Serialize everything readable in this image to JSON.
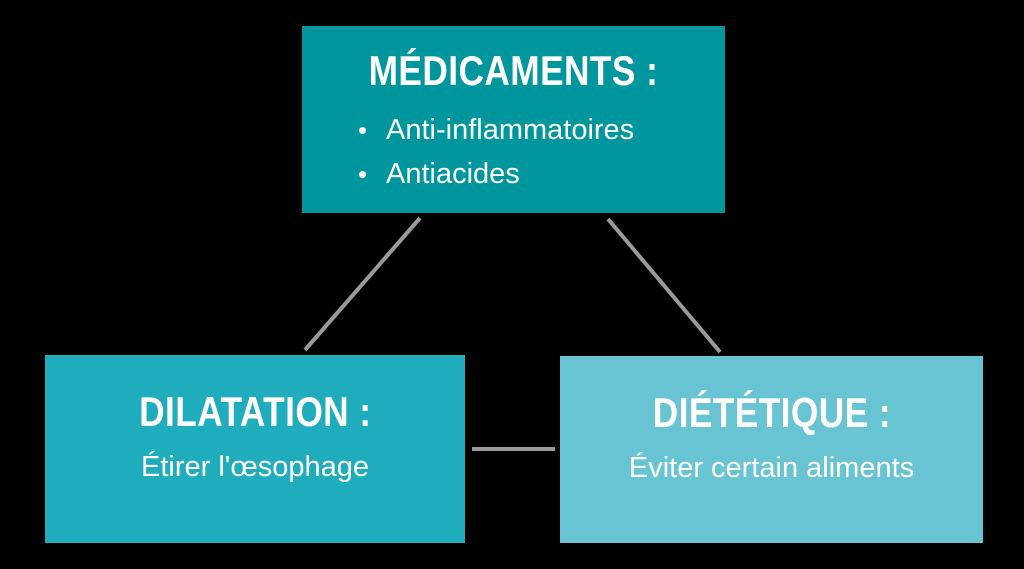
{
  "canvas": {
    "background": "#000000",
    "connector_color": "#9a9a9a",
    "text_color": "#ffffff"
  },
  "bullet_char": "•",
  "nodes": {
    "medicaments": {
      "title": "MÉDICAMENTS :",
      "bullets": [
        "Anti-inflammatoires",
        "Antiacides"
      ],
      "bg": "#00969e"
    },
    "dilatation": {
      "title": "DILATATION :",
      "subtitle": "Étirer l'œsophage",
      "bg": "#1facbd"
    },
    "dietetique": {
      "title": "DIÉTÉTIQUE :",
      "subtitle": "Éviter certain aliments",
      "bg": "#68c4d2"
    }
  }
}
